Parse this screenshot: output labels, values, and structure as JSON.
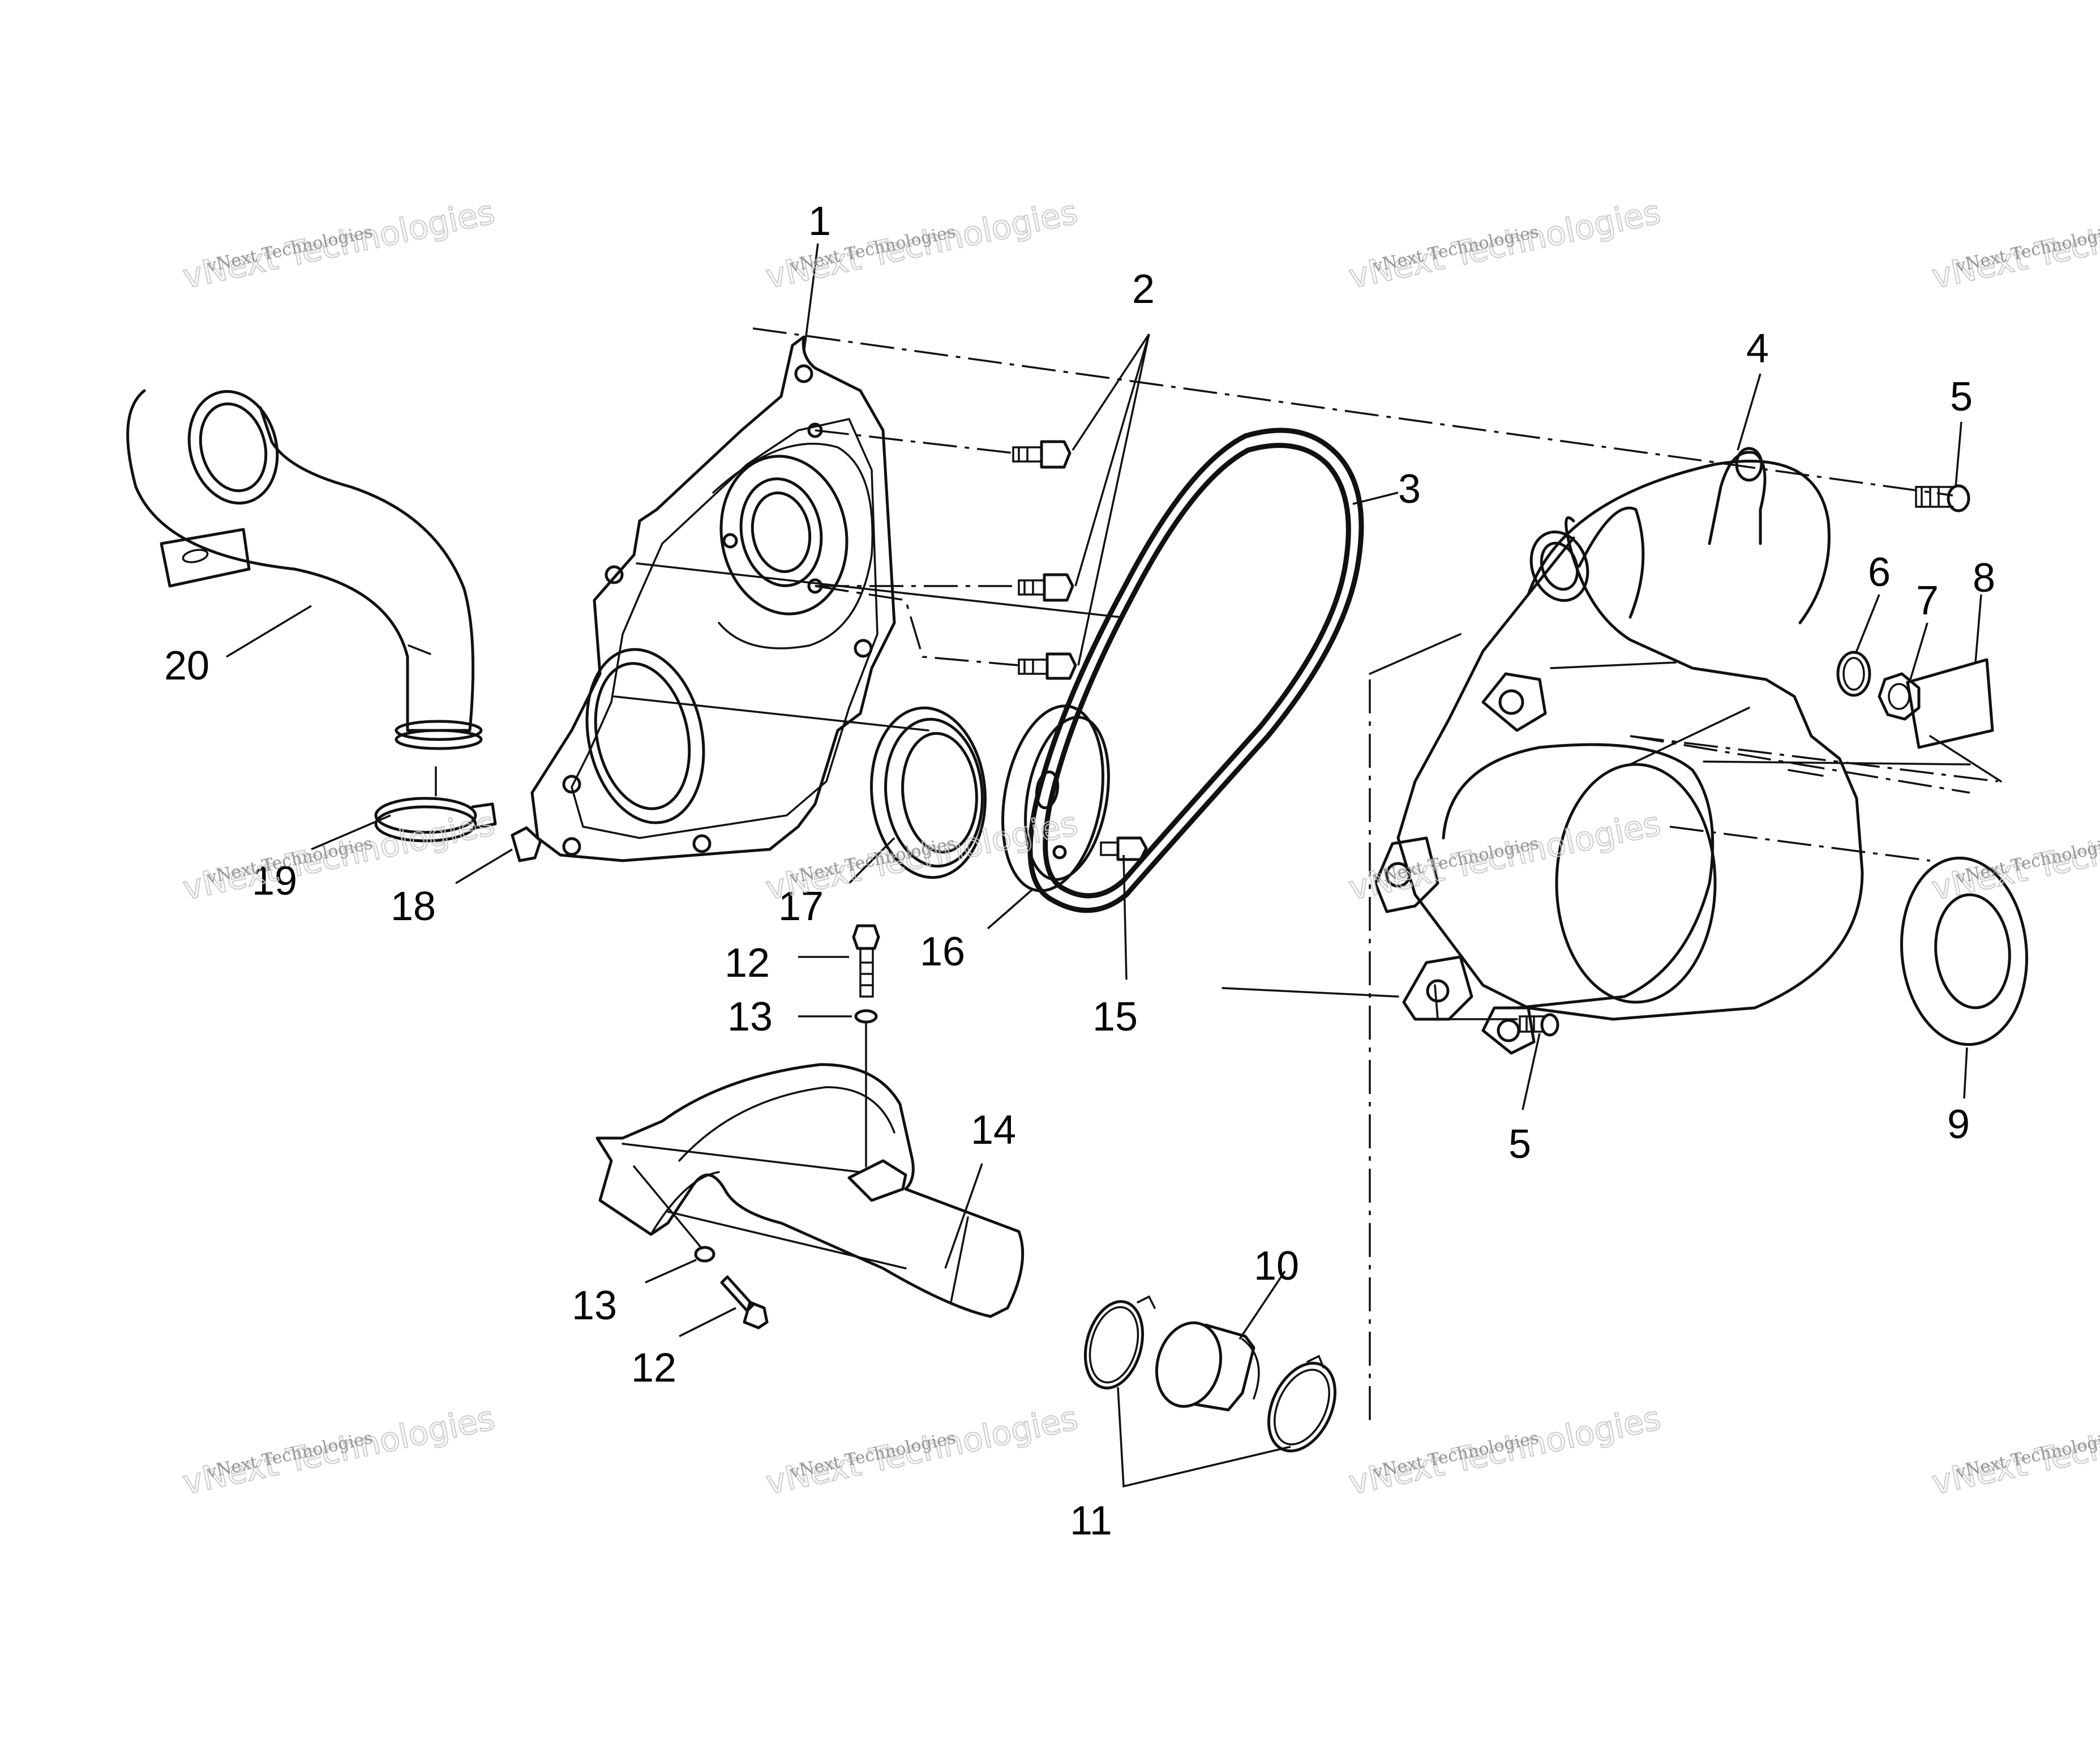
{
  "callouts": {
    "c1": "1",
    "c2": "2",
    "c3": "3",
    "c4": "4",
    "c5a": "5",
    "c5b": "5",
    "c6": "6",
    "c7": "7",
    "c8": "8",
    "c9": "9",
    "c10": "10",
    "c11": "11",
    "c12a": "12",
    "c12b": "12",
    "c13a": "13",
    "c13b": "13",
    "c14": "14",
    "c15": "15",
    "c16": "16",
    "c17": "17",
    "c18": "18",
    "c19": "19",
    "c20": "20"
  },
  "watermark": {
    "line_a": "vNext Technologies",
    "line_b": "vNext Technologies"
  },
  "colors": {
    "ink": "#111111",
    "background": "#ffffff",
    "watermark": "#8a8a8a"
  }
}
